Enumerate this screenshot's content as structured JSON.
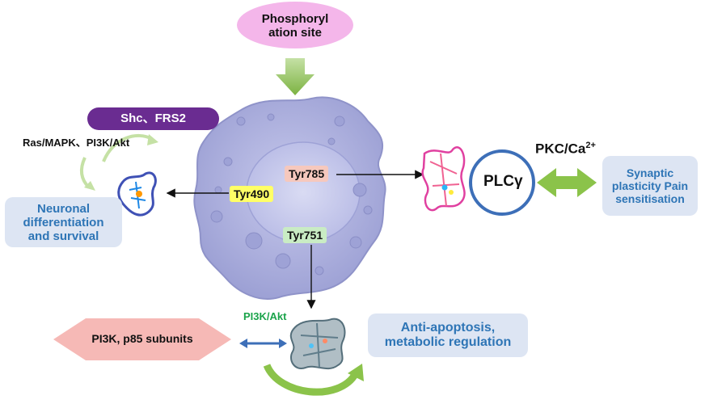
{
  "top_bubble": {
    "line1": "Phosphoryl",
    "line2": "ation site"
  },
  "sites": {
    "tyr785": "Tyr785",
    "tyr490": "Tyr490",
    "tyr751": "Tyr751"
  },
  "shc_frs2": "Shc、FRS2",
  "ras_pathway": "Ras/MAPK、PI3K/Akt",
  "neuronal_box": {
    "line1": "Neuronal",
    "line2": "differentiation",
    "line3": "and survival"
  },
  "plc": {
    "main": "PLC",
    "greek": "γ"
  },
  "pkc": {
    "main": "PKC/Ca",
    "sup": "2+"
  },
  "synaptic_box": {
    "line1": "Synaptic",
    "line2": "plasticity Pain",
    "line3": "sensitisation"
  },
  "pi3k_akt": "PI3K/Akt",
  "pi3k_subunits": "PI3K, p85 subunits",
  "anti_box": {
    "line1": "Anti-apoptosis,",
    "line2": "metabolic regulation"
  },
  "colors": {
    "cell": "#a9acd9",
    "pink_bubble": "#f4b6ea",
    "green_arrow": "#8bc34a",
    "purple_pill": "#6a2c91",
    "box_bg": "#dde5f3",
    "box_text": "#2e75b6",
    "tyr785_tag": "#f6c8bd",
    "tyr490_tag": "#ffff66",
    "tyr751_tag": "#c9ecc4",
    "plc_circle": "#3d6fb8",
    "pi3k_akt_text": "#1aa34a",
    "pink_diamond": "#f6b9b6",
    "double_arrow": "#3d6fb8"
  }
}
